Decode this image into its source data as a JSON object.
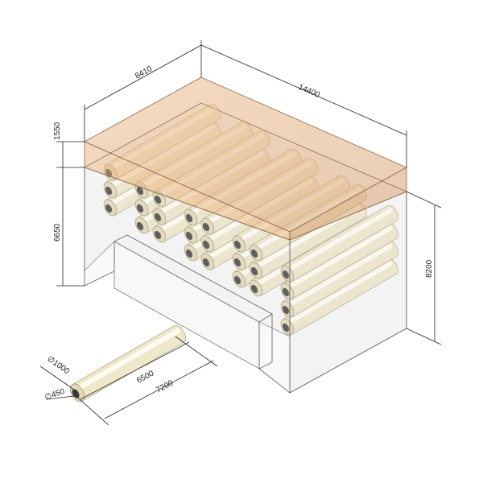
{
  "drawing": {
    "colors": {
      "background": "#ffffff",
      "outline": "#555555",
      "box_fill": "#d8d8d8",
      "top_zone_fill": "#e8b98a",
      "cylinder_light": "#f7f3e3",
      "cylinder_mid": "#e6dcb8",
      "cylinder_dark": "#bfb28a",
      "end_cap": "#3a3a3a",
      "dimension_line": "#222222"
    },
    "dimensions": {
      "width": "8410",
      "length": "14400",
      "top_zone_height": "1550",
      "side_height": "6650",
      "total_height": "8200",
      "diameter_outer": "∅1000",
      "diameter_inner": "∅450",
      "roll_body_length": "6500",
      "roll_total_length": "7200"
    }
  }
}
